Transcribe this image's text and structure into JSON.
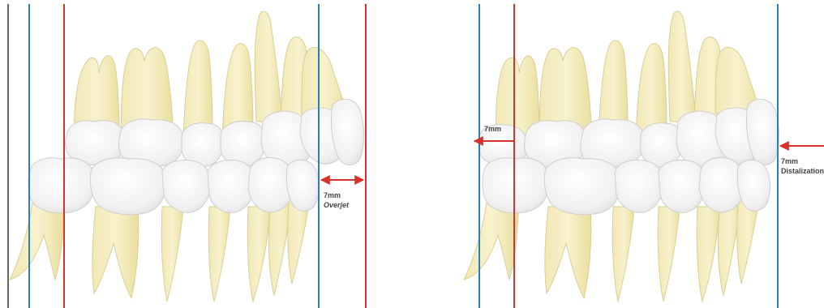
{
  "colors": {
    "background": "#ffffff",
    "root": "#f3ecbd",
    "root_stroke": "#d8cf95",
    "crown": "#f7f7f7",
    "crown_stroke": "#cfcfcf",
    "reference_line_blue": "#2e7fb8",
    "reference_line_red": "#d8322c",
    "arrow_red": "#d8322c",
    "left_edge_line": "#333333"
  },
  "panels": [
    {
      "id": "overjet",
      "measurement": "7mm",
      "caption": "Overjet",
      "arrow_direction": "right"
    },
    {
      "id": "distalization",
      "front_measurement": "7mm",
      "back_measurement": "7mm",
      "caption": "Distalization",
      "front_arrow_direction": "left",
      "back_arrow_direction": "left"
    }
  ]
}
